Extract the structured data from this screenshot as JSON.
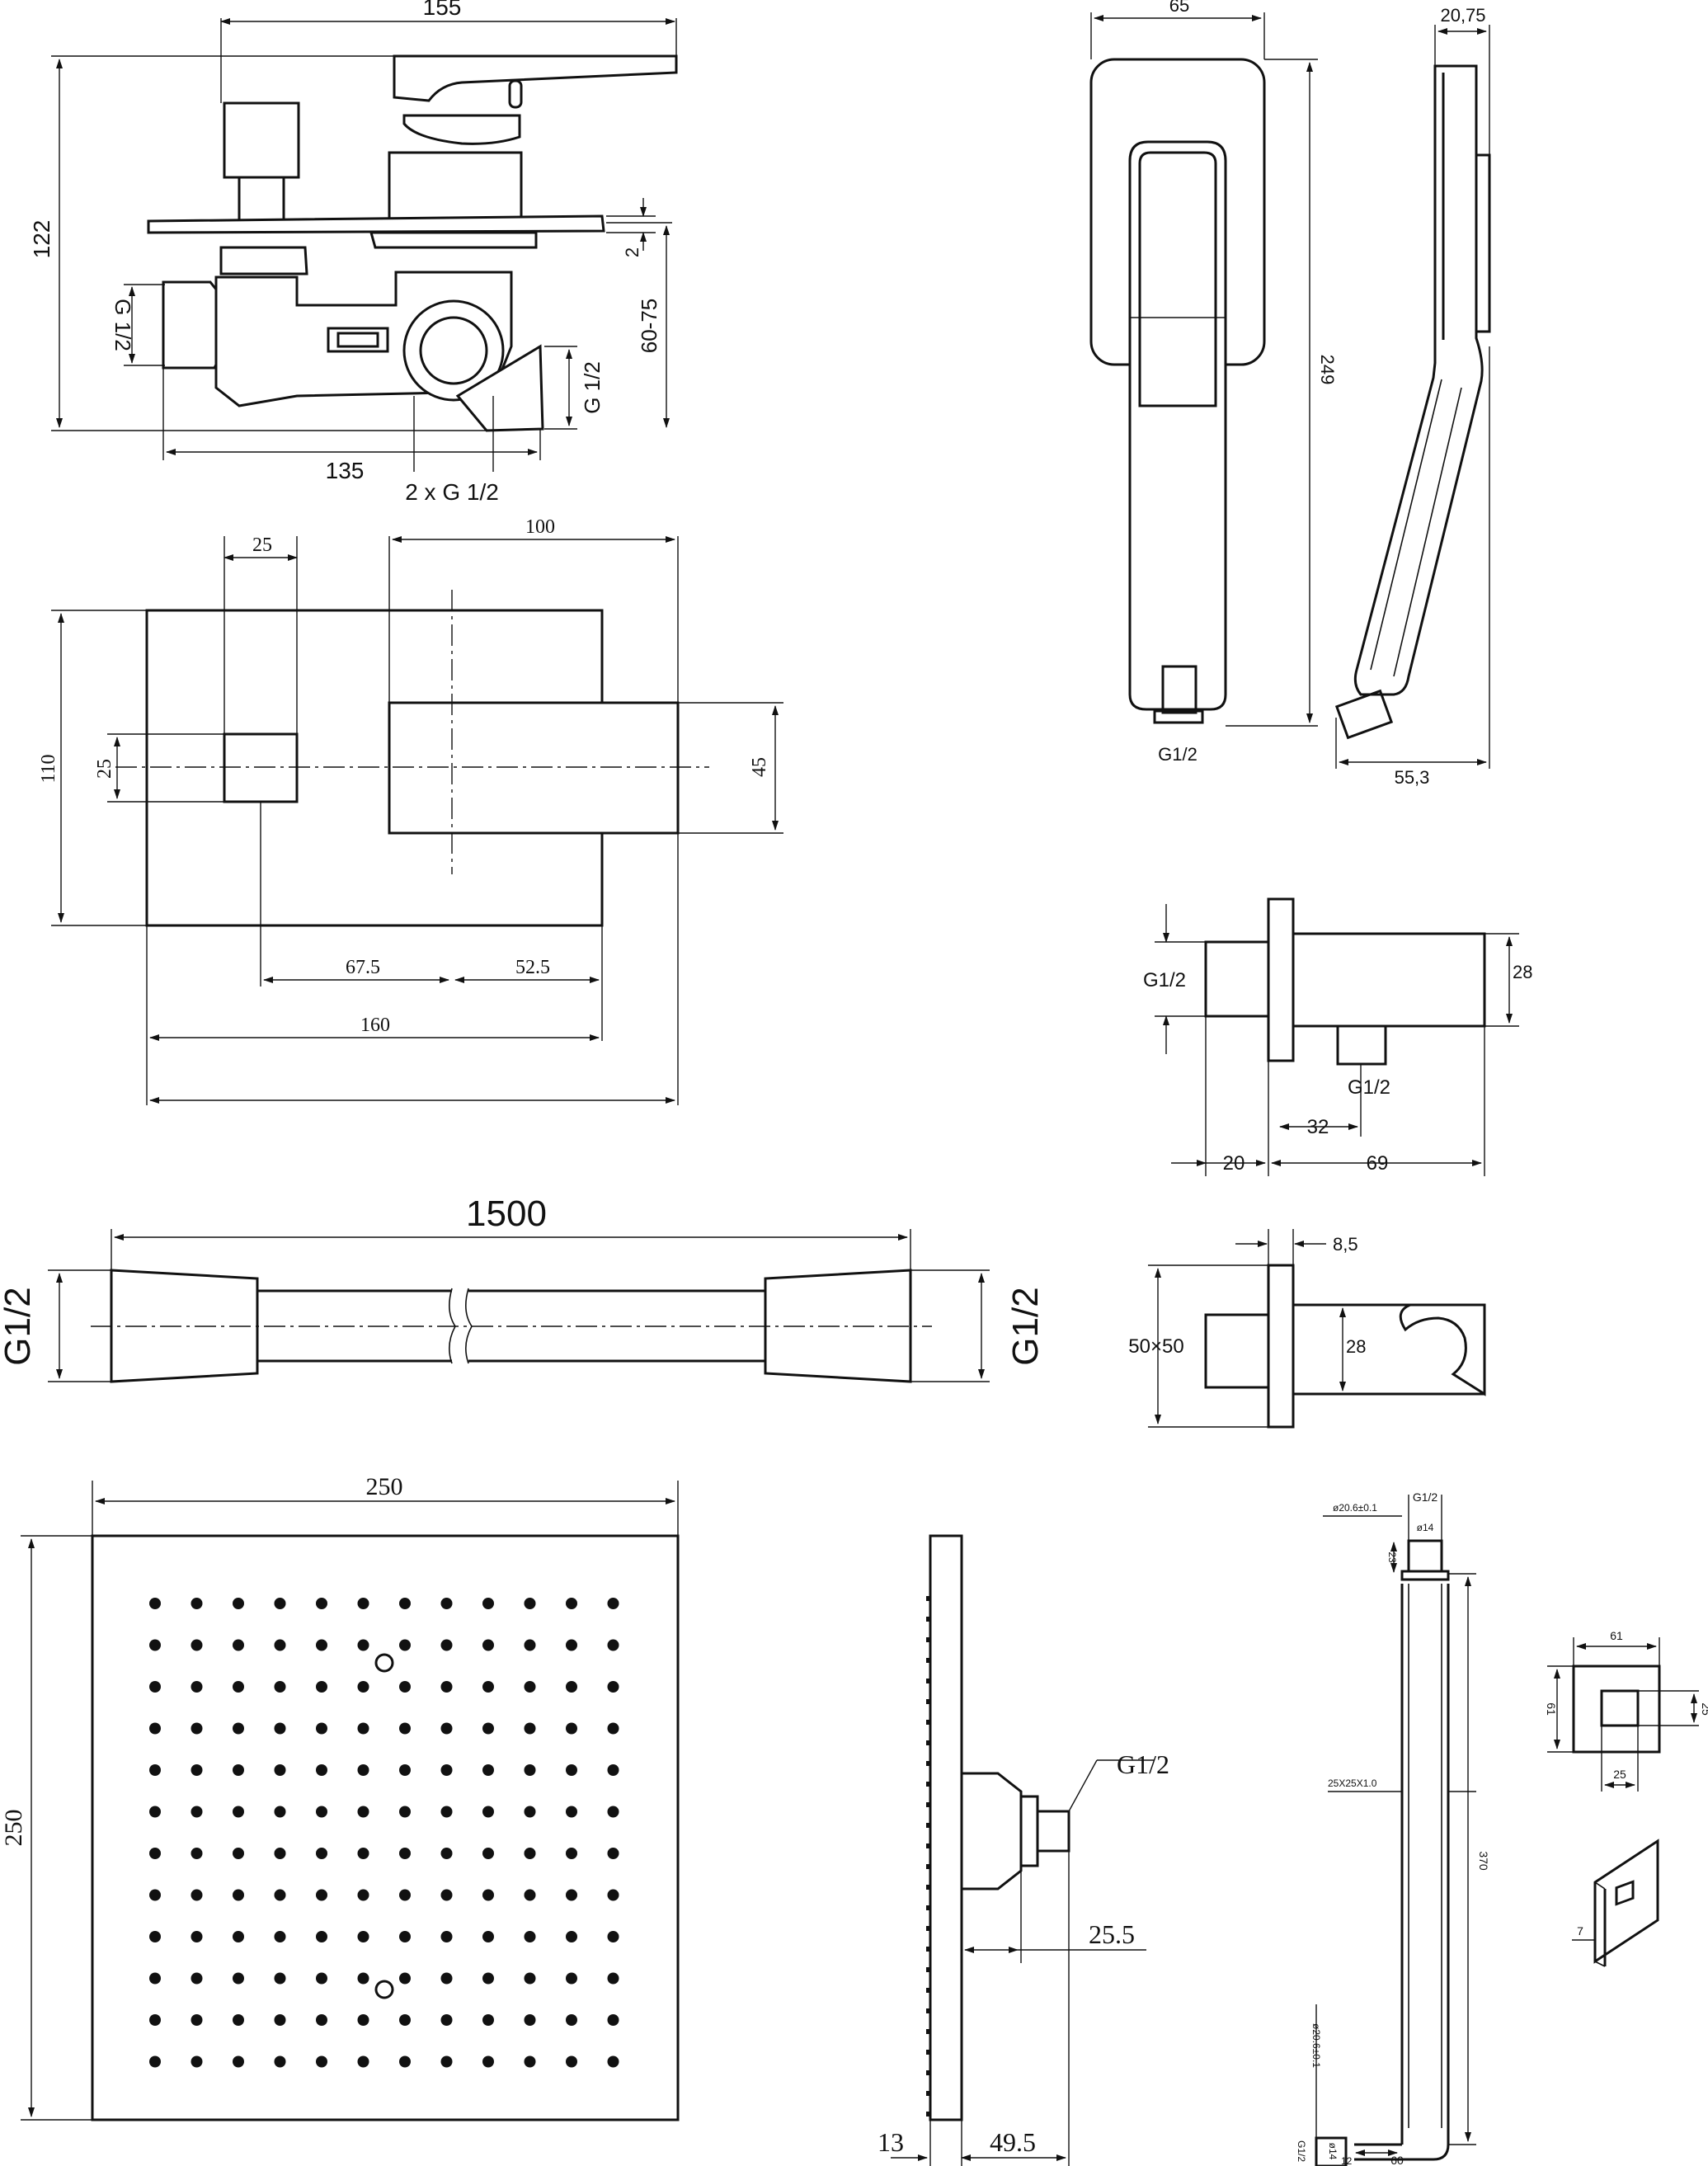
{
  "mixer_side": {
    "width_155": "155",
    "height_122": "122",
    "inlet": "G 1/2",
    "wall_gap": "2",
    "depth": "60-75",
    "outlet": "G 1/2",
    "width_135": "135",
    "outlets": "2 x G 1/2"
  },
  "mixer_front": {
    "knob": "25",
    "lever": "100",
    "height": "110",
    "knob_h": "25",
    "lever_h": "45",
    "pos_1": "67.5",
    "pos_2": "52.5",
    "plate": "160"
  },
  "hand_shower": {
    "width": "65",
    "length": "249",
    "thread": "G1/2",
    "thickness": "20,75",
    "depth": "55,3"
  },
  "wall_outlet": {
    "thread_in": "G1/2",
    "diameter": "28",
    "thread_out": "G1/2",
    "offset": "32",
    "flange": "20",
    "length": "69"
  },
  "holder": {
    "flange": "8,5",
    "plate": "50×50",
    "diameter": "28"
  },
  "hose": {
    "length": "1500",
    "left_thread": "G1/2",
    "right_thread": "G1/2"
  },
  "overhead": {
    "width": "250",
    "height": "250",
    "thread": "G1/2",
    "depth": "25.5",
    "thickness": "13",
    "arm_depth": "49.5"
  },
  "arm": {
    "thread_top": "G1/2",
    "dia_top": "ø20.6±0.1",
    "inner_top": "ø14",
    "len_top": "23",
    "profile": "25X25X1.0",
    "length": "370",
    "dia_bottom": "ø20.6±0.1",
    "thread_bottom": "G1/2",
    "inner_bottom": "ø14",
    "bottom": "12",
    "offset": "60"
  },
  "escutcheon": {
    "width": "61",
    "height": "61",
    "hole_w": "25",
    "hole_h": "25",
    "thickness": "7"
  }
}
